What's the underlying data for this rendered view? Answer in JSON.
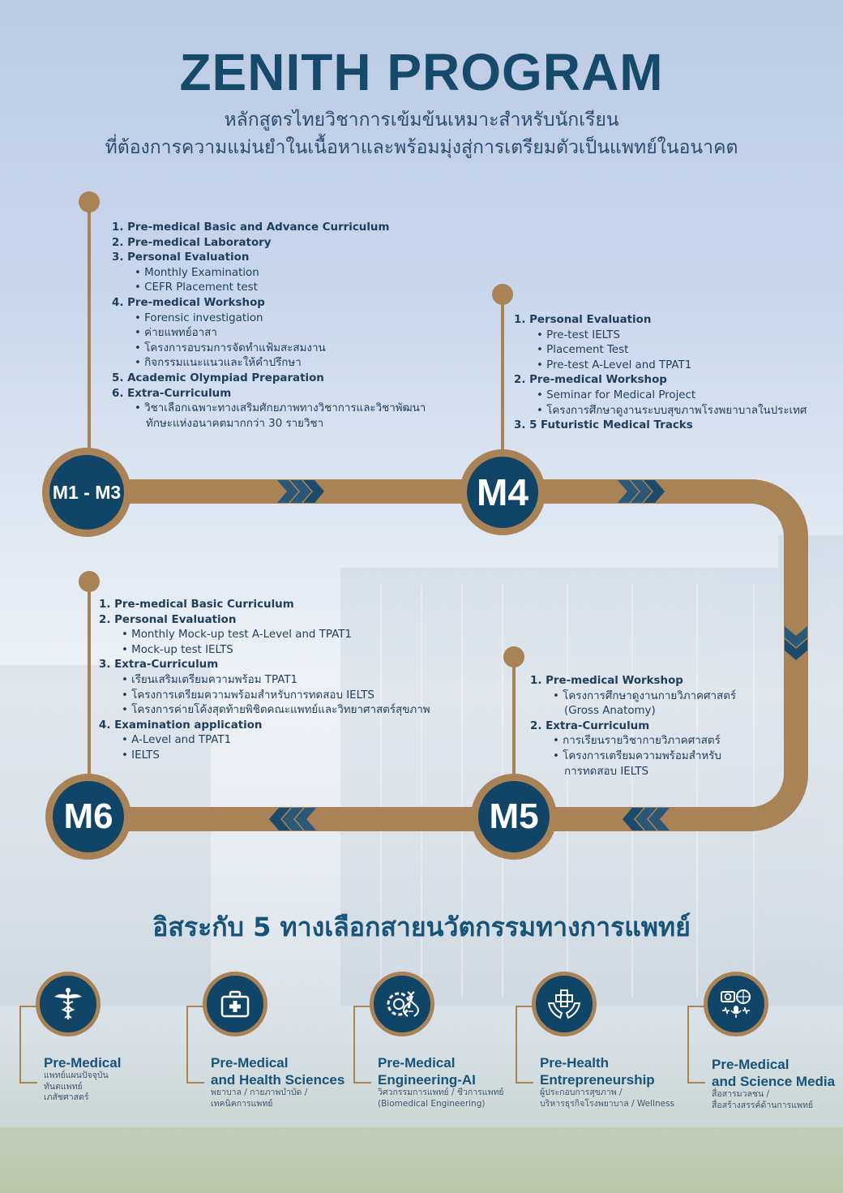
{
  "title": "ZENITH PROGRAM",
  "subtitle_line1": "หลักสูตรไทยวิชาการเข้มข้นเหมาะสำหรับนักเรียน",
  "subtitle_line2": "ที่ต้องการความแม่นยำในเนื้อหาและพร้อมมุ่งสู่การเตรียมตัวเป็นแพทย์ในอนาคต",
  "colors": {
    "navy": "#114567",
    "bronze": "#a98256",
    "heading": "#164a6b"
  },
  "stages": {
    "m1m3": {
      "label": "M1 - M3",
      "items": [
        {
          "text": "1. Pre-medical Basic and Advance Curriculum",
          "level": 0
        },
        {
          "text": "2. Pre-medical Laboratory",
          "level": 0
        },
        {
          "text": "3. Personal Evaluation",
          "level": 0
        },
        {
          "text": "• Monthly Examination",
          "level": 1
        },
        {
          "text": "• CEFR Placement test",
          "level": 1
        },
        {
          "text": "4. Pre-medical Workshop",
          "level": 0
        },
        {
          "text": "• Forensic investigation",
          "level": 1
        },
        {
          "text": "• ค่ายแพทย์อาสา",
          "level": 1
        },
        {
          "text": "• โครงการอบรมการจัดทำแฟ้มสะสมงาน",
          "level": 1
        },
        {
          "text": "• กิจกรรมแนะแนวและให้คำปรึกษา",
          "level": 1
        },
        {
          "text": "5. Academic Olympiad Preparation",
          "level": 0
        },
        {
          "text": "6. Extra-Curriculum",
          "level": 0
        },
        {
          "text": "• วิชาเลือกเฉพาะทางเสริมศักยภาพทางวิชาการและวิชาพัฒนา",
          "level": 1
        },
        {
          "text": "ทักษะแห่งอนาคตมากกว่า 30 รายวิชา",
          "level": 2
        }
      ]
    },
    "m4": {
      "label": "M4",
      "items": [
        {
          "text": "1. Personal Evaluation",
          "level": 0
        },
        {
          "text": "• Pre-test IELTS",
          "level": 1
        },
        {
          "text": "• Placement Test",
          "level": 1
        },
        {
          "text": "• Pre-test A-Level and TPAT1",
          "level": 1
        },
        {
          "text": "2. Pre-medical Workshop",
          "level": 0
        },
        {
          "text": "• Seminar for Medical Project",
          "level": 1
        },
        {
          "text": "• โครงการศึกษาดูงานระบบสุขภาพโรงพยาบาลในประเทศ",
          "level": 1
        },
        {
          "text": "3. 5 Futuristic Medical Tracks",
          "level": 0
        }
      ]
    },
    "m5": {
      "label": "M5",
      "items": [
        {
          "text": "1. Pre-medical Workshop",
          "level": 0
        },
        {
          "text": "• โครงการศึกษาดูงานกายวิภาคศาสตร์",
          "level": 1
        },
        {
          "text": "(Gross Anatomy)",
          "level": 2
        },
        {
          "text": "2. Extra-Curriculum",
          "level": 0
        },
        {
          "text": "• การเรียนรายวิชากายวิภาคศาสตร์",
          "level": 1
        },
        {
          "text": "• โครงการเตรียมความพร้อมสำหรับ",
          "level": 1
        },
        {
          "text": "การทดสอบ IELTS",
          "level": 2
        }
      ]
    },
    "m6": {
      "label": "M6",
      "items": [
        {
          "text": "1. Pre-medical Basic Curriculum",
          "level": 0
        },
        {
          "text": "2. Personal Evaluation",
          "level": 0
        },
        {
          "text": "• Monthly Mock-up test A-Level and TPAT1",
          "level": 1
        },
        {
          "text": "• Mock-up test IELTS",
          "level": 1
        },
        {
          "text": "3. Extra-Curriculum",
          "level": 0
        },
        {
          "text": "• เรียนเสริมเตรียมความพร้อม TPAT1",
          "level": 1
        },
        {
          "text": "• โครงการเตรียมความพร้อมสำหรับการทดสอบ IELTS",
          "level": 1
        },
        {
          "text": "• โครงการค่ายโค้งสุดท้ายพิชิตคณะแพทย์และวิทยาศาสตร์สุขภาพ",
          "level": 1
        },
        {
          "text": "4. Examination application",
          "level": 0
        },
        {
          "text": "• A-Level and TPAT1",
          "level": 1
        },
        {
          "text": "• IELTS",
          "level": 1
        }
      ]
    }
  },
  "tracks_heading": "อิสระกับ 5 ทางเลือกสายนวัตกรรมทางการแพทย์",
  "tracks": [
    {
      "icon": "caduceus-icon",
      "title1": "Pre-Medical",
      "title2": "",
      "desc": [
        "แพทย์แผนปัจจุบัน",
        "ทันตแพทย์",
        "เภสัชศาสตร์"
      ]
    },
    {
      "icon": "first-aid-kit-icon",
      "title1": "Pre-Medical",
      "title2": "and Health Sciences",
      "desc": [
        "พยาบาล / กายภาพบำบัด /",
        "เทคนิคการแพทย์"
      ]
    },
    {
      "icon": "dna-gear-icon",
      "title1": "Pre-Medical",
      "title2": "Engineering-AI",
      "desc": [
        "วิศวกรรมการแพทย์ / ชีวการแพทย์",
        "(Biomedical Engineering)"
      ]
    },
    {
      "icon": "caring-hands-icon",
      "title1": "Pre-Health",
      "title2": "Entrepreneurship",
      "desc": [
        "ผู้ประกอบการสุขภาพ /",
        "บริหารธุรกิจโรงพยาบาล / Wellness"
      ]
    },
    {
      "icon": "media-icon",
      "title1": "Pre-Medical",
      "title2": "and Science Media",
      "desc": [
        "สื่อสารมวลชน /",
        "สื่อสร้างสรรค์ด้านการแพทย์"
      ]
    }
  ]
}
